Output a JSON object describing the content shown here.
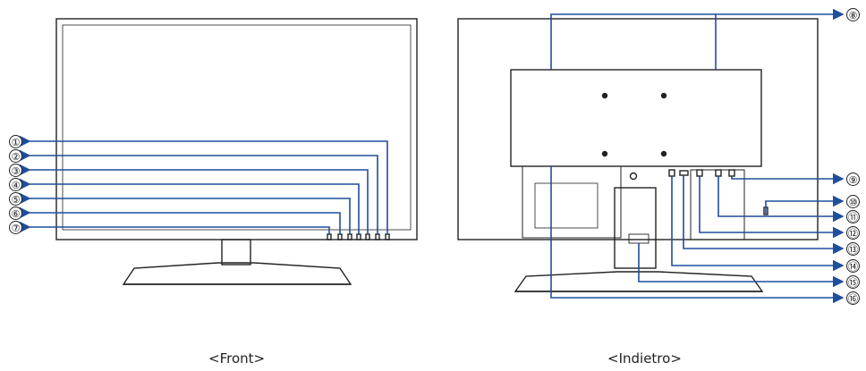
{
  "captions": {
    "front": "<Front>",
    "back": "<Indietro>"
  },
  "callouts": {
    "front": [
      "①",
      "②",
      "③",
      "④",
      "⑤",
      "⑥",
      "⑦"
    ],
    "back": [
      "⑧",
      "⑨",
      "⑩",
      "⑪",
      "⑫",
      "⑬",
      "⑭",
      "⑮",
      "⑯"
    ]
  },
  "colors": {
    "line": "#1f4e9c",
    "outline": "#222222"
  }
}
